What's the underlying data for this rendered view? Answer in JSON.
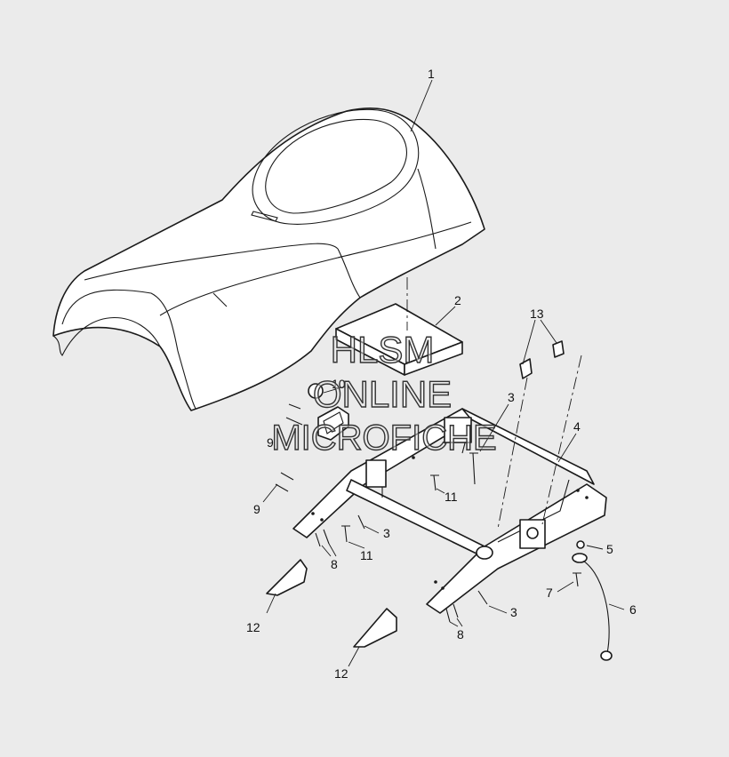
{
  "diagram": {
    "callouts": [
      {
        "id": "1",
        "text": "1"
      },
      {
        "id": "2",
        "text": "2"
      },
      {
        "id": "3a",
        "text": "3"
      },
      {
        "id": "3b",
        "text": "3"
      },
      {
        "id": "3c",
        "text": "3"
      },
      {
        "id": "4",
        "text": "4"
      },
      {
        "id": "5",
        "text": "5"
      },
      {
        "id": "6",
        "text": "6"
      },
      {
        "id": "7",
        "text": "7"
      },
      {
        "id": "8a",
        "text": "8"
      },
      {
        "id": "8b",
        "text": "8"
      },
      {
        "id": "9a",
        "text": "9"
      },
      {
        "id": "9b",
        "text": "9"
      },
      {
        "id": "10",
        "text": "10"
      },
      {
        "id": "11a",
        "text": "11"
      },
      {
        "id": "11b",
        "text": "11"
      },
      {
        "id": "12a",
        "text": "12"
      },
      {
        "id": "12b",
        "text": "12"
      },
      {
        "id": "13",
        "text": "13"
      }
    ]
  },
  "watermark": {
    "line1": "HLSM",
    "line2": "ONLINE",
    "line3": "MICROFICHE"
  },
  "colors": {
    "background": "#ebebeb",
    "line": "#1a1a1a"
  }
}
